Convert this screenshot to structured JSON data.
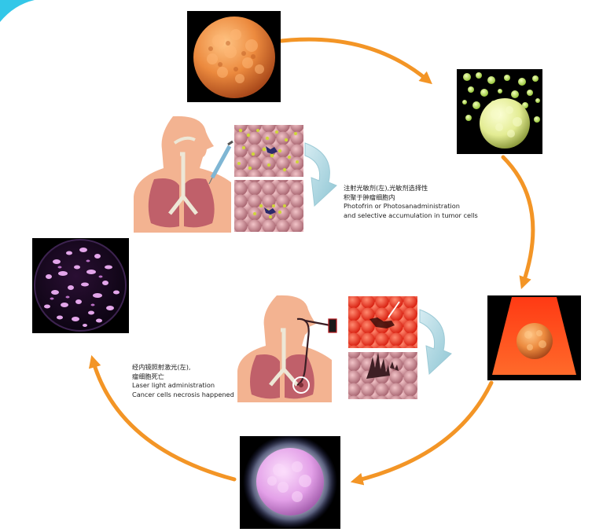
{
  "colors": {
    "cycle_arrow": "#F39526",
    "curl_arrow": "#A9D3DC",
    "skin": "#F3B391",
    "lung": "#C0606A",
    "tumor_orange": "#E88238",
    "tumor_yellow": "#E4EE8E",
    "necrosis_pink": "#E6A3EA",
    "laser_red": "#F22A12",
    "panel_black": "#000000",
    "corner_accent": "#33C7E8"
  },
  "captions": {
    "photosensitizer": {
      "zh_line1": "注射光敏剂(左),光敏剂选择性",
      "zh_line2": "积聚于肿瘤细胞内",
      "en_line1": "Photofrin or Photosanadministration",
      "en_line2": "and selective accumulation in tumor cells"
    },
    "laser": {
      "zh_line1": "经内镜照射激光(左),",
      "zh_line2": "瘤细胞死亡",
      "en_line1": "Laser light administration",
      "en_line2": "Cancer cells necrosis happened"
    }
  },
  "icons": {
    "tumor_cell": "tumor-cell-icon",
    "photosensitizer_particles": "photosensitizer-particles-icon",
    "laser_beam": "laser-beam-icon",
    "glowing_cell": "glowing-cell-icon",
    "necrotic_cell": "necrotic-cell-icon",
    "human_torso": "human-torso-icon",
    "syringe": "syringe-icon",
    "endoscope": "endoscope-icon",
    "curved_arrow": "curved-arrow-icon"
  }
}
